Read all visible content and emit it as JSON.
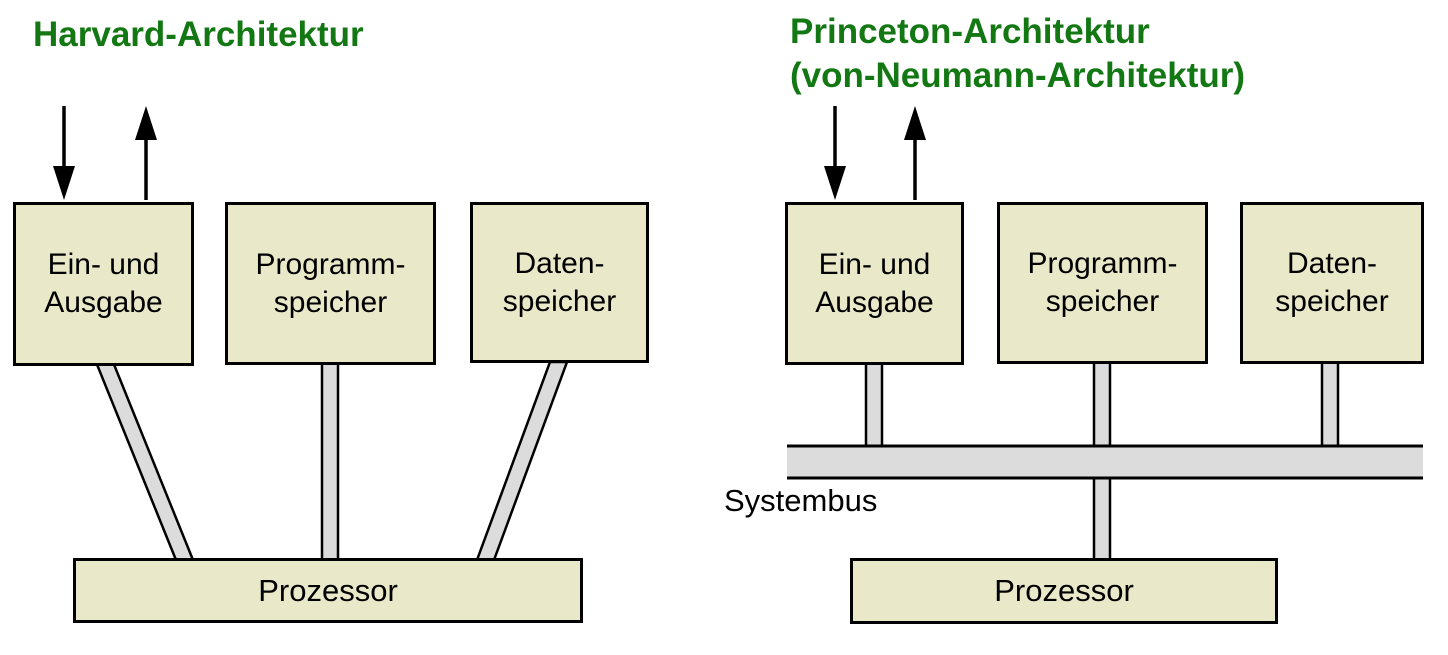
{
  "colors": {
    "background": "#ffffff",
    "box_fill": "#e9e9c9",
    "box_border": "#000000",
    "connector_fill": "#dcdcdc",
    "line": "#000000",
    "title_green": "#137813",
    "text": "#000000"
  },
  "icons": {
    "down_arrow": "↓",
    "up_arrow": "↑"
  },
  "left": {
    "title": "Harvard-Architektur",
    "boxes": [
      {
        "lines": [
          "Ein- und",
          "Ausgabe"
        ]
      },
      {
        "lines": [
          "Programm-",
          "speicher"
        ]
      },
      {
        "lines": [
          "Daten-",
          "speicher"
        ]
      }
    ],
    "processor_label": "Prozessor"
  },
  "right": {
    "title_lines": [
      "Princeton-Architektur",
      "(von-Neumann-Architektur)"
    ],
    "boxes": [
      {
        "lines": [
          "Ein- und",
          "Ausgabe"
        ]
      },
      {
        "lines": [
          "Programm-",
          "speicher"
        ]
      },
      {
        "lines": [
          "Daten-",
          "speicher"
        ]
      }
    ],
    "bus_label": "Systembus",
    "processor_label": "Prozessor"
  }
}
